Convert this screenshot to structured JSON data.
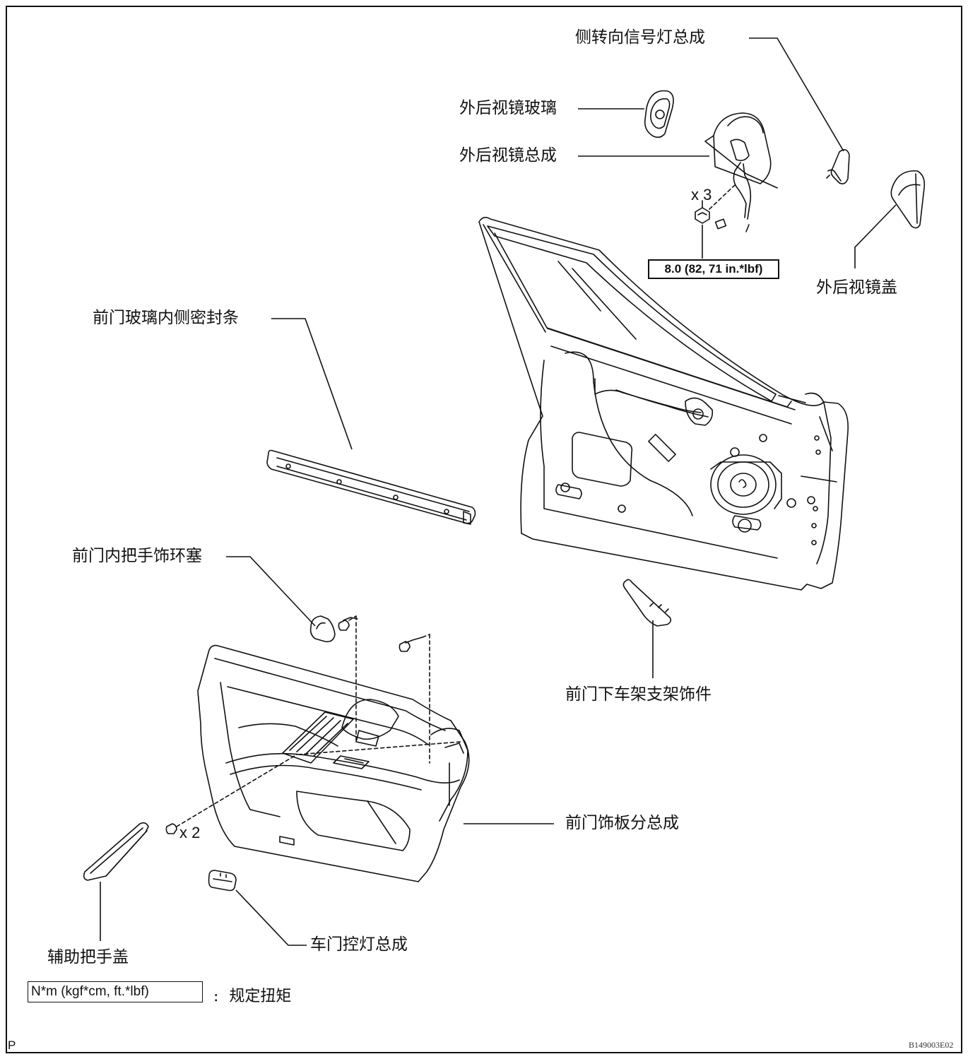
{
  "labels": {
    "side_turn_signal": "侧转向信号灯总成",
    "mirror_glass": "外后视镜玻璃",
    "mirror_assembly": "外后视镜总成",
    "mirror_cover": "外后视镜盖",
    "inner_seal": "前门玻璃内侧密封条",
    "handle_plug": "前门内把手饰环塞",
    "lower_frame_garnish": "前门下车架支架饰件",
    "door_trim_panel": "前门饰板分总成",
    "assist_grip_cover": "辅助把手盖",
    "courtesy_lamp": "车门控灯总成"
  },
  "quantities": {
    "nuts": "x 3",
    "screws": "x 2"
  },
  "torque": {
    "value": "8.0 (82, 71 in.*lbf)"
  },
  "legend": {
    "unit": "N*m (kgf*cm, ft.*lbf)",
    "separator": ":",
    "meaning": "规定扭矩"
  },
  "corner_letter": "P",
  "figure_code": "B149003E02",
  "colors": {
    "line": "#111111",
    "background": "#ffffff"
  }
}
